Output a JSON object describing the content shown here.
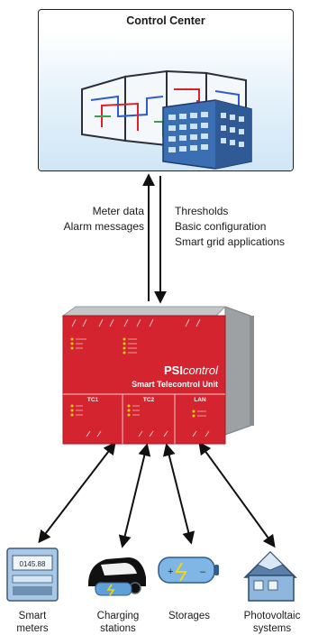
{
  "control_center": {
    "title": "Control Center"
  },
  "uplink_labels": [
    "Meter data",
    "Alarm messages"
  ],
  "downlink_labels": [
    "Thresholds",
    "Basic configuration",
    "Smart grid applications"
  ],
  "unit": {
    "brand_bold": "PSI",
    "brand_italic": "control",
    "subtitle": "Smart Telecontrol Unit",
    "sections": [
      "TC1",
      "TC2",
      "LAN"
    ]
  },
  "devices": [
    {
      "label": [
        "Smart",
        "meters"
      ],
      "display": "0145.88",
      "icon": "smart-meter-icon"
    },
    {
      "label": [
        "Charging",
        "stations"
      ],
      "icon": "ev-car-icon"
    },
    {
      "label": [
        "Storages"
      ],
      "icon": "battery-icon"
    },
    {
      "label": [
        "Photovoltaic",
        "systems"
      ],
      "icon": "solar-house-icon"
    }
  ],
  "colors": {
    "unit_red": "#d32430",
    "unit_grey": "#9ea1a4",
    "sky": "#cfe6f6"
  }
}
